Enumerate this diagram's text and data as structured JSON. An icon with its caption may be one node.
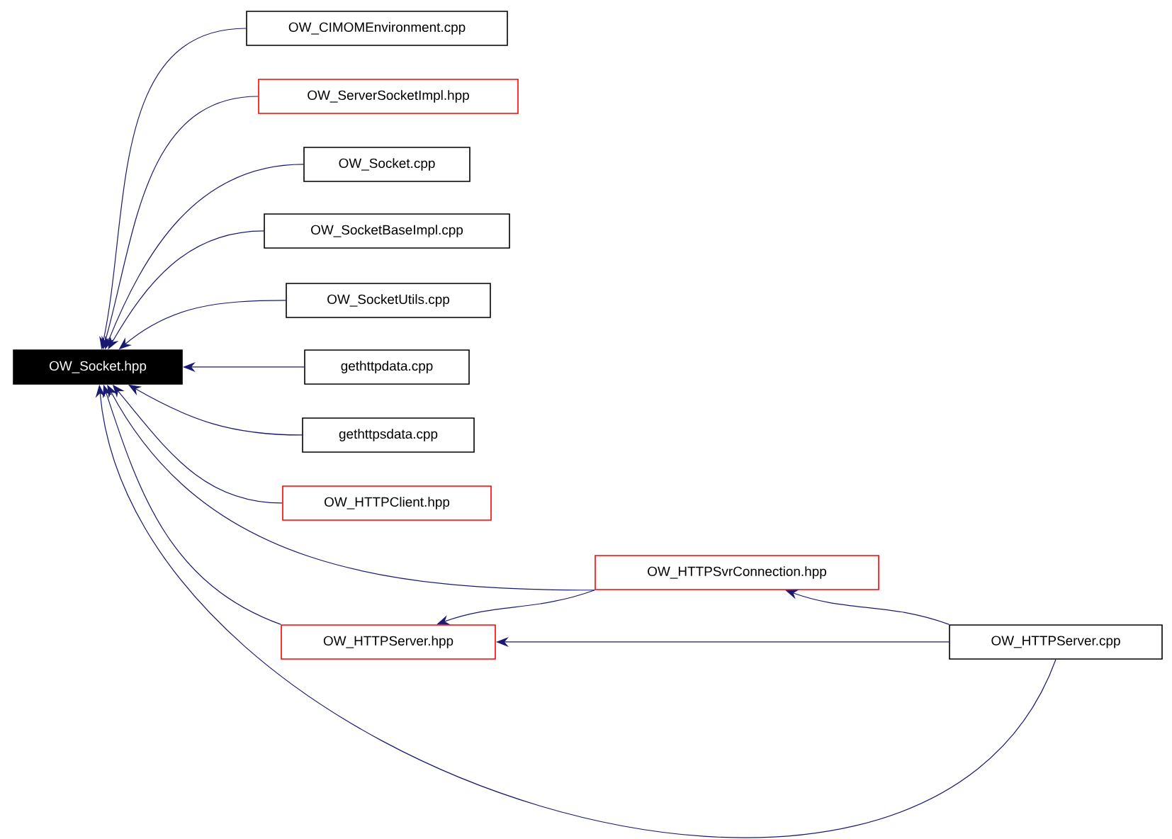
{
  "diagram": {
    "nodes": [
      {
        "text": [
          "OW_Socket.hpp"
        ]
      },
      {
        "text": [
          "OW_CIMOMEnvironment.cpp"
        ]
      },
      {
        "text": [
          "OW_ServerSocketImpl.hpp"
        ]
      },
      {
        "text": [
          "OW_Socket.cpp"
        ]
      },
      {
        "text": [
          "OW_SocketBaseImpl.cpp"
        ]
      },
      {
        "text": [
          "OW_SocketUtils.cpp"
        ]
      },
      {
        "text": [
          "gethttpdata.cpp"
        ]
      },
      {
        "text": [
          "gethttpsdata.cpp"
        ]
      },
      {
        "text": [
          "OW_HTTPClient.hpp"
        ]
      },
      {
        "text": [
          "OW_HTTPSvrConnection.hpp"
        ]
      },
      {
        "text": [
          "OW_HTTPServer.hpp"
        ]
      },
      {
        "text": [
          "OW_HTTPServer.cpp"
        ]
      }
    ],
    "edges": [
      {
        "from": 1,
        "to": 0,
        "arrow": "to"
      },
      {
        "from": 2,
        "to": 0,
        "arrow": "to"
      },
      {
        "from": 3,
        "to": 0,
        "arrow": "to"
      },
      {
        "from": 4,
        "to": 0,
        "arrow": "to"
      },
      {
        "from": 5,
        "to": 0,
        "arrow": "to"
      },
      {
        "from": 6,
        "to": 0,
        "arrow": "to"
      },
      {
        "from": 7,
        "to": 0,
        "arrow": "to"
      },
      {
        "from": 8,
        "to": 0,
        "arrow": "to"
      },
      {
        "from": 9,
        "to": 0,
        "arrow": "to"
      },
      {
        "from": 9,
        "to": 10,
        "arrow": "to"
      },
      {
        "from": 10,
        "to": 0,
        "arrow": "to"
      },
      {
        "from": 11,
        "to": 9,
        "arrow": "to"
      },
      {
        "from": 11,
        "to": 10,
        "arrow": "to"
      },
      {
        "from": 11,
        "to": 0,
        "arrow": "to"
      }
    ]
  }
}
